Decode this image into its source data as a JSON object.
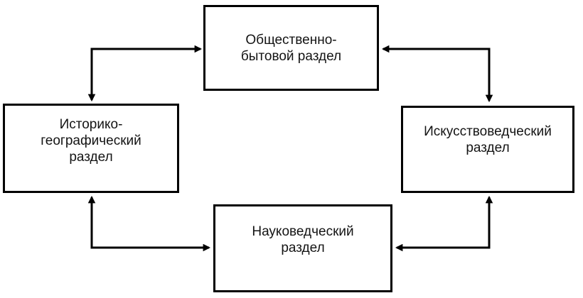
{
  "diagram": {
    "nodes": {
      "top": {
        "id": "social-everyday",
        "lines": [
          "Общественно-",
          "бытовой раздел"
        ]
      },
      "left": {
        "id": "historical-geographical",
        "lines": [
          "Историко-",
          "географический",
          "раздел"
        ]
      },
      "right": {
        "id": "art-studies",
        "lines": [
          "Искусствоведческий",
          "раздел"
        ]
      },
      "bottom": {
        "id": "science-studies",
        "lines": [
          "Науковедческий",
          "раздел"
        ]
      }
    },
    "edges": [
      {
        "from": "left",
        "to": "top",
        "direction": "bidirectional",
        "shape": "elbow"
      },
      {
        "from": "top",
        "to": "right",
        "direction": "bidirectional",
        "shape": "elbow"
      },
      {
        "from": "left",
        "to": "bottom",
        "direction": "bidirectional",
        "shape": "elbow"
      },
      {
        "from": "bottom",
        "to": "right",
        "direction": "bidirectional",
        "shape": "elbow"
      }
    ],
    "colors": {
      "line": "#000000",
      "box_border": "#000000",
      "box_fill": "#ffffff",
      "text": "#141414",
      "background": "#ffffff"
    }
  }
}
